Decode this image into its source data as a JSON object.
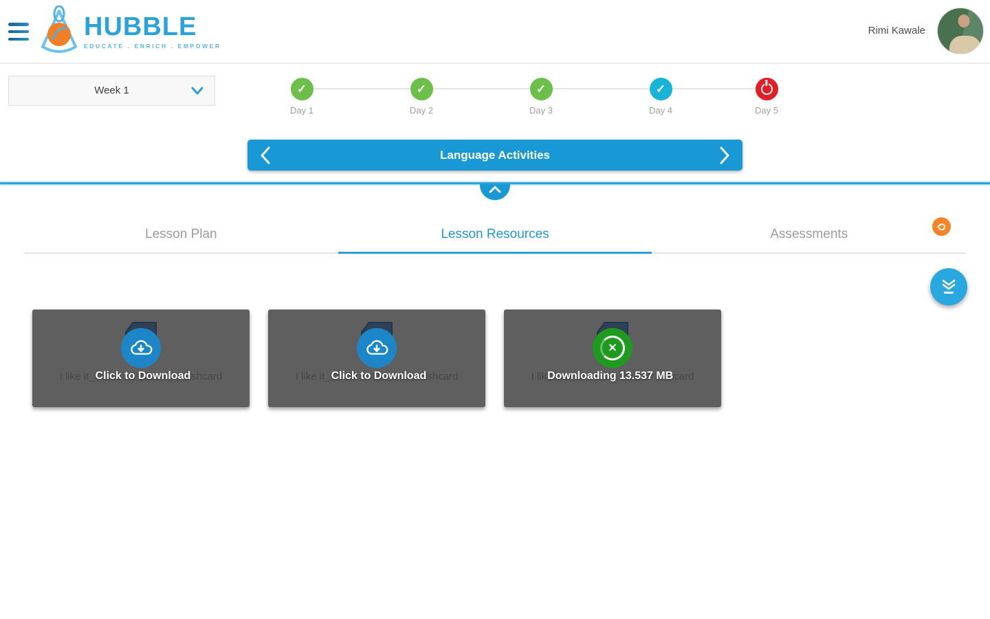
{
  "header": {
    "logo_title": "HUBBLE",
    "logo_tagline": "EDUCATE . ENRICH . EMPOWER",
    "user_name": "Rimi Kawale"
  },
  "week_selector": {
    "value": "Week 1"
  },
  "stepper": {
    "days": [
      {
        "label": "Day 1",
        "status": "completed"
      },
      {
        "label": "Day 2",
        "status": "completed"
      },
      {
        "label": "Day 3",
        "status": "completed"
      },
      {
        "label": "Day 4",
        "status": "completed-today"
      },
      {
        "label": "Day 5",
        "status": "locked"
      }
    ]
  },
  "banner": {
    "title": "Language Activities"
  },
  "tabs": [
    {
      "label": "Lesson Plan",
      "active": false
    },
    {
      "label": "Lesson Resources",
      "active": true
    },
    {
      "label": "Assessments",
      "active": false
    }
  ],
  "resources": {
    "cards": [
      {
        "caption_left": "I like it_",
        "caption_right": "shcard",
        "overlay_label": "Click to Download",
        "state": "download-available"
      },
      {
        "caption_left": "I like it_",
        "caption_right": "shcard",
        "overlay_label": "Click to Download",
        "state": "download-available"
      },
      {
        "caption_left": "I lik",
        "caption_right": "card",
        "overlay_label": "Downloading 13.537 MB",
        "state": "downloading"
      }
    ]
  },
  "colors": {
    "accent_blue": "#1898d5",
    "active_tab_blue": "#2196d3",
    "completed_green": "#6cc04a",
    "today_cyan": "#17b4d8",
    "locked_red": "#e11d25",
    "badge_orange": "#f58426",
    "card_gray": "#5f5f5f"
  }
}
